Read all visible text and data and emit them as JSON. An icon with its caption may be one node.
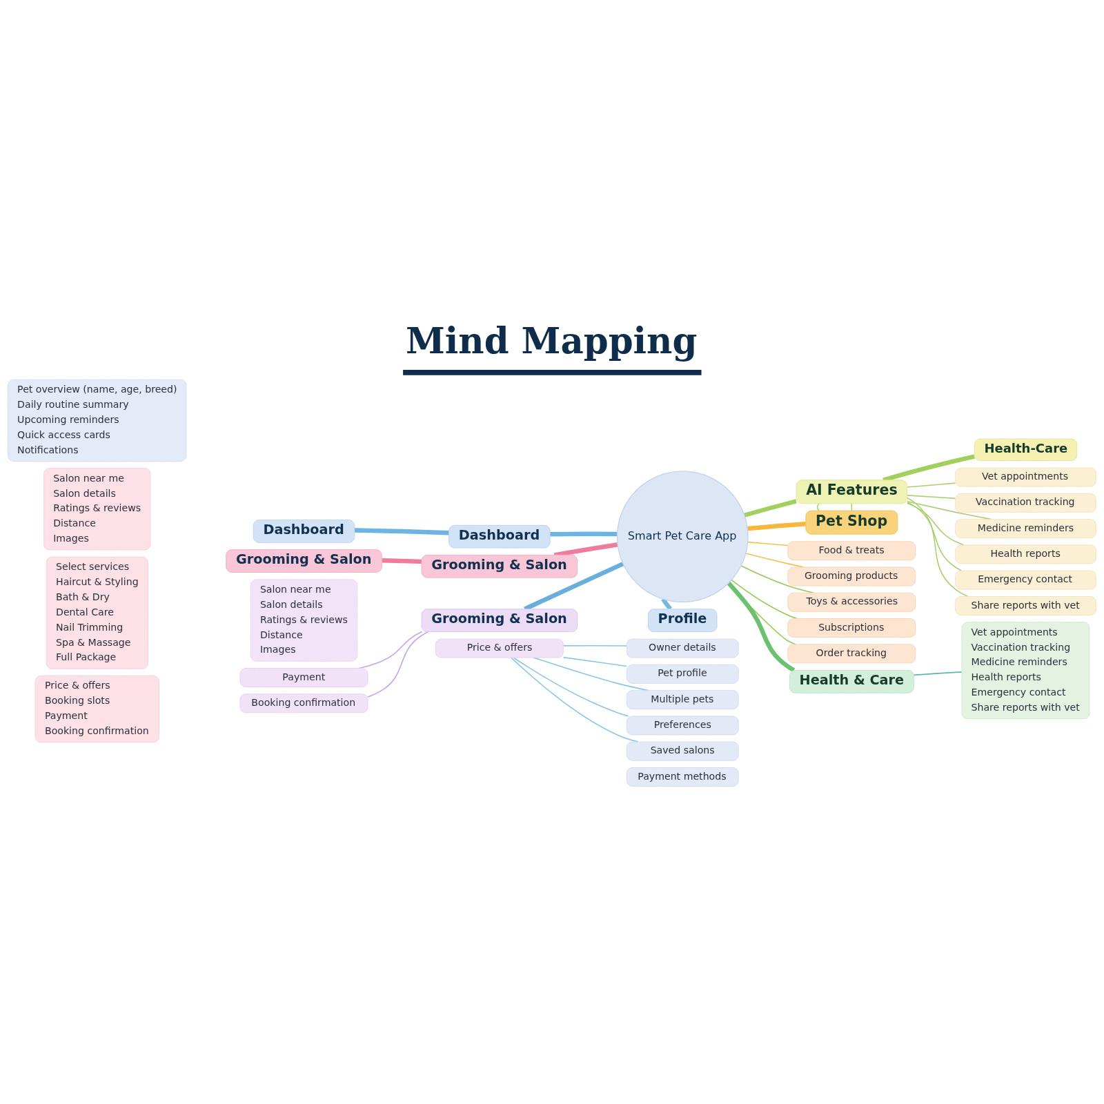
{
  "diagram": {
    "title": "Mind Mapping",
    "nodes": [
      {
        "text": [
          "Dashboard"
        ]
      },
      {
        "text": [
          "Health-Care"
        ]
      },
      {
        "text": [
          "Pet overview (name, age, breed)",
          "Daily routine summary",
          "Upcoming reminders",
          "Quick access cards",
          "Notifications"
        ]
      },
      {
        "text": [
          "Vet appointments"
        ]
      },
      {
        "text": [
          "Vaccination tracking"
        ]
      },
      {
        "text": [
          "Medicine reminders"
        ]
      },
      {
        "text": [
          "Health reports"
        ]
      },
      {
        "text": [
          "Dashboard"
        ]
      },
      {
        "text": [
          "AI Features"
        ]
      },
      {
        "text": [
          "Emergency contact"
        ]
      },
      {
        "text": [
          "Share reports with vet"
        ]
      },
      {
        "text": [
          "Grooming & Salon"
        ]
      },
      {
        "text": [
          "Smart Pet Care App"
        ]
      },
      {
        "text": [
          "Pet Shop"
        ]
      },
      {
        "text": [
          "Salon near me",
          "Salon details",
          "Ratings & reviews",
          "Distance",
          "Images"
        ]
      },
      {
        "text": [
          "Food & treats"
        ]
      },
      {
        "text": [
          "Grooming products"
        ]
      },
      {
        "text": [
          "Grooming & Salon"
        ]
      },
      {
        "text": [
          "Toys & accessories"
        ]
      },
      {
        "text": [
          "Subscriptions"
        ]
      },
      {
        "text": [
          "Order tracking"
        ]
      },
      {
        "text": [
          "Select services",
          "Haircut & Styling",
          "Bath & Dry",
          "Dental Care",
          "Nail Trimming",
          "Spa & Massage",
          "Full Package"
        ]
      },
      {
        "text": [
          "Grooming & Salon"
        ]
      },
      {
        "text": [
          "Health & Care"
        ]
      },
      {
        "text": [
          "Salon near me",
          "Salon details",
          "Ratings & reviews",
          "Distance",
          "Images"
        ]
      },
      {
        "text": [
          "Profile"
        ]
      },
      {
        "text": [
          "Vet appointments",
          "Vaccination tracking",
          "Medicine reminders",
          "Health reports",
          "Emergency contact",
          "Share reports with vet"
        ]
      },
      {
        "text": [
          "Owner details"
        ]
      },
      {
        "text": [
          "Pet profile"
        ]
      },
      {
        "text": [
          "Price & offers",
          "Booking slots",
          "Payment",
          "Booking confirmation"
        ]
      },
      {
        "text": [
          "Multiple pets"
        ]
      },
      {
        "text": [
          "Price & offers"
        ]
      },
      {
        "text": [
          "Preferences"
        ]
      },
      {
        "text": [
          "Payment"
        ]
      },
      {
        "text": [
          "Saved salons"
        ]
      },
      {
        "text": [
          "Booking confirmation"
        ]
      },
      {
        "text": [
          "Payment methods"
        ]
      }
    ],
    "edges": [
      {
        "from": 12,
        "to": 7,
        "arrow": "none",
        "style": "thick",
        "color": "#6cb4e4"
      },
      {
        "from": 7,
        "to": 0,
        "arrow": "none",
        "style": "thick",
        "color": "#6cb4e4"
      },
      {
        "from": 12,
        "to": 8,
        "arrow": "none",
        "style": "thick",
        "color": "#a3cf5e"
      },
      {
        "from": 8,
        "to": 1,
        "arrow": "none",
        "style": "thick",
        "color": "#a3cf5e"
      },
      {
        "from": 8,
        "to": 3,
        "arrow": "none",
        "color": "#a8d070"
      },
      {
        "from": 8,
        "to": 4,
        "arrow": "none",
        "color": "#a8d070"
      },
      {
        "from": 8,
        "to": 5,
        "arrow": "none",
        "color": "#a8d070"
      },
      {
        "from": 8,
        "to": 6,
        "arrow": "none",
        "color": "#a8d070"
      },
      {
        "from": 8,
        "to": 9,
        "arrow": "none",
        "color": "#a8d070"
      },
      {
        "from": 8,
        "to": 10,
        "arrow": "none",
        "color": "#a8d070"
      },
      {
        "from": 8,
        "to": 13,
        "arrow": "none",
        "color": "#a8d070"
      },
      {
        "from": 8,
        "to": 13,
        "arrow": "none",
        "color": "#a8d070"
      },
      {
        "from": 12,
        "to": 13,
        "arrow": "none",
        "style": "thick",
        "color": "#f5b83d"
      },
      {
        "from": 12,
        "to": 15,
        "arrow": "none",
        "color": "#f5c04a"
      },
      {
        "from": 12,
        "to": 16,
        "arrow": "none",
        "color": "#f5c04a"
      },
      {
        "from": 12,
        "to": 18,
        "arrow": "none",
        "color": "#98c858"
      },
      {
        "from": 12,
        "to": 19,
        "arrow": "none",
        "color": "#98c858"
      },
      {
        "from": 12,
        "to": 20,
        "arrow": "none",
        "color": "#98c858"
      },
      {
        "from": 12,
        "to": 23,
        "arrow": "none",
        "style": "thick",
        "color": "#6cc070"
      },
      {
        "from": 23,
        "to": 26,
        "arrow": "none",
        "color": "#5cb8a8"
      },
      {
        "from": 12,
        "to": 25,
        "arrow": "none",
        "style": "thick",
        "color": "#7ab8dc"
      },
      {
        "from": 31,
        "to": 27,
        "arrow": "none",
        "color": "#8cc4e6"
      },
      {
        "from": 31,
        "to": 28,
        "arrow": "none",
        "color": "#8cc4e6"
      },
      {
        "from": 31,
        "to": 30,
        "arrow": "none",
        "color": "#8cc4e6"
      },
      {
        "from": 31,
        "to": 32,
        "arrow": "none",
        "color": "#8cc4e6"
      },
      {
        "from": 31,
        "to": 34,
        "arrow": "none",
        "color": "#8cc4e6"
      },
      {
        "from": 12,
        "to": 22,
        "arrow": "none",
        "style": "thick",
        "color": "#6aaedc"
      },
      {
        "from": 22,
        "to": 33,
        "arrow": "none",
        "color": "#c6a6e6"
      },
      {
        "from": 22,
        "to": 35,
        "arrow": "none",
        "color": "#c6a6e6"
      },
      {
        "from": 12,
        "to": 17,
        "arrow": "none",
        "style": "thick",
        "color": "#f07c9c"
      },
      {
        "from": 17,
        "to": 11,
        "arrow": "none",
        "style": "thick",
        "color": "#f07c9c"
      }
    ]
  }
}
